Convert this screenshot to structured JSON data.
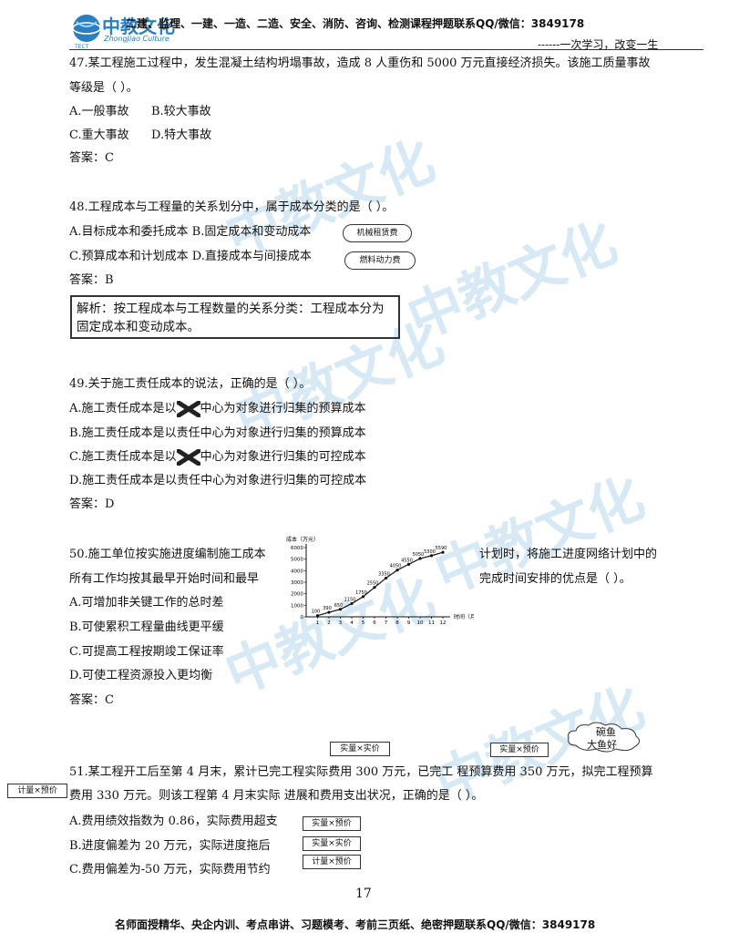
{
  "header": {
    "logo_cn": "中教文化",
    "logo_en": "ZhongJiao Culture",
    "logo_abbr": "TECT",
    "title": "二建、监理、一建、一造、二造、安全、消防、咨询、检测课程押题联系QQ/微信：3849178",
    "slogan": "------一次学习，改变一生"
  },
  "questions": {
    "q47": {
      "stem_line1": "47.某工程施工过程中，发生混凝土结构坍塌事故，造成 8 人重伤和 5000 万元直接经济损失。该施工质量事故",
      "stem_line2": "等级是（    ）。",
      "opt_a": "A.一般事故",
      "opt_b": "B.较大事故",
      "opt_c": "C.重大事故",
      "opt_d": "D.特大事故",
      "answer": "答案：C"
    },
    "q48": {
      "stem": "48.工程成本与工程量的关系划分中，属于成本分类的是（    ）。",
      "opt_ab": "A.目标成本和委托成本 B.固定成本和变动成本",
      "opt_cd": "C.预算成本和计划成本 D.直接成本与间接成本",
      "note1": "机械租赁费",
      "note2": "燃料动力费",
      "answer": "答案：B",
      "explain_line1": "解析：按工程成本与工程数量的关系分类：工程成本分为",
      "explain_line2": "固定成本和变动成本。"
    },
    "q49": {
      "stem": "49.关于施工责任成本的说法，正确的是（    ）。",
      "opt_a_1": "A.施工责任成本是以",
      "opt_a_2": "中心为对象进行归集的预算成本",
      "opt_b": "B.施工责任成本是以责任中心为对象进行归集的预算成本",
      "opt_c_1": "C.施工责任成本是以",
      "opt_c_2": "中心为对象进行归集的可控成本",
      "opt_d": "D.施工责任成本是以责任中心为对象进行归集的可控成本",
      "answer": "答案：D"
    },
    "q50": {
      "stem_l1_left": "50.施工单位按实施进度编制施工成本",
      "stem_l1_right": "计划时，将施工进度网络计划中的",
      "stem_l2_left": "所有工作均按其最早开始时间和最早",
      "stem_l2_right": "完成时间安排的优点是（    ）。",
      "opt_a": "A.可增加非关键工作的总时差",
      "opt_b": "B.可使累积工程量曲线更平缓",
      "opt_c": "C.可提高工程按期竣工保证率",
      "opt_d": "D.可使工程资源投入更均衡",
      "answer": "答案：C"
    },
    "q51": {
      "cloud_line1": "碗鱼",
      "cloud_line2": "大鱼好",
      "box_top1": "实量×实价",
      "box_top2": "实量×预价",
      "box_left": "计量×预价",
      "stem_line1": "51.某工程开工后至第 4 月末，累计已完工程实际费用 300 万元，已完工  程预算费用 350 万元，拟完工程预算",
      "stem_line2": "费用 330 万元。则该工程第 4 月末实际  进展和费用支出状况，正确的是（    ）。",
      "opt_a": "A.费用绩效指数为 0.86，实际费用超支",
      "opt_b": "B.进度偏差为 20 万元，实际进度拖后",
      "opt_c": "C.费用偏差为-50 万元，实际费用节约",
      "side_box1": "实量×预价",
      "side_box2": "实量×实价",
      "side_box3": "计量×预价"
    }
  },
  "page_number": "17",
  "footer": "名师面授精华、央企内训、考点串讲、习题模考、考前三页纸、绝密押题联系QQ/微信：3849178",
  "chart_data": {
    "type": "line",
    "ylabel": "成本（万元）",
    "xlabel": "时间（月）",
    "x": [
      1,
      2,
      3,
      4,
      5,
      6,
      7,
      8,
      9,
      10,
      11,
      12
    ],
    "y_ticks": [
      0,
      1000,
      2000,
      3000,
      4000,
      5000,
      6000
    ],
    "ylim": [
      0,
      6000
    ],
    "xlim": [
      0,
      12
    ],
    "series": [
      {
        "values": [
          100,
          390,
          650,
          1150,
          1750,
          2550,
          3350,
          4050,
          4550,
          5050,
          5300,
          5590
        ],
        "labels": [
          "100",
          "390",
          "650",
          "1150",
          "1750",
          "2550",
          "3350",
          "4050",
          "4550",
          "5050",
          "5300",
          "5590"
        ]
      }
    ]
  }
}
